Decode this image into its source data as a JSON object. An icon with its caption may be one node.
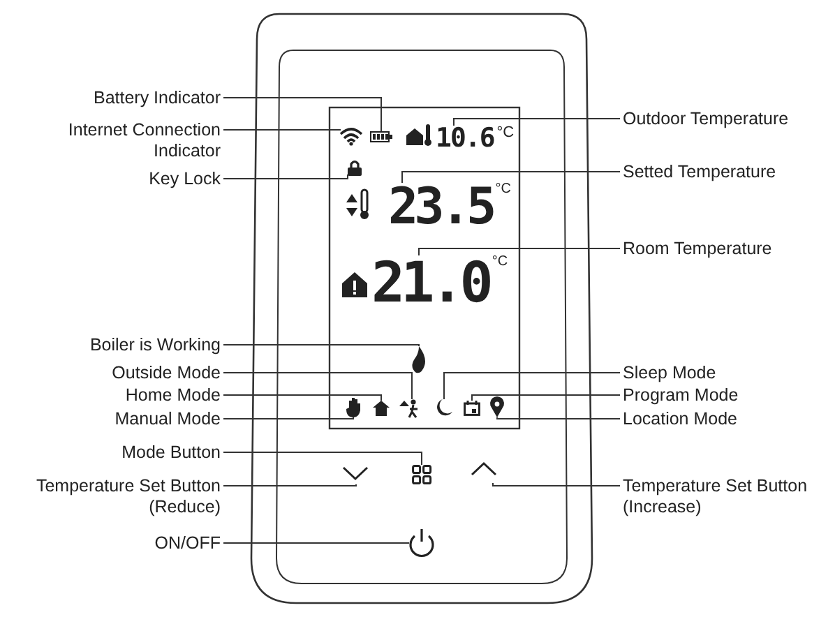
{
  "diagram": {
    "nodes": [
      {
        "text": [
          "Battery Indicator"
        ]
      },
      {
        "text": [
          "Internet Connection Indicator"
        ]
      },
      {
        "text": [
          "Key Lock"
        ]
      },
      {
        "text": [
          "Boiler is Working"
        ]
      },
      {
        "text": [
          "Outside Mode"
        ]
      },
      {
        "text": [
          "Home Mode"
        ]
      },
      {
        "text": [
          "Manual Mode"
        ]
      },
      {
        "text": [
          "Mode Button"
        ]
      },
      {
        "text": [
          "Temperature Set Button (Reduce)"
        ]
      },
      {
        "text": [
          "ON/OFF"
        ]
      },
      {
        "text": [
          "Outdoor Temperature"
        ]
      },
      {
        "text": [
          "Setted Temperature"
        ]
      },
      {
        "text": [
          "Room Temperature"
        ]
      },
      {
        "text": [
          "Sleep Mode"
        ]
      },
      {
        "text": [
          "Program Mode"
        ]
      },
      {
        "text": [
          "Location Mode"
        ]
      },
      {
        "text": [
          "Temperature Set Button (Increase)"
        ]
      },
      {
        "text": [],
        "shape": "battery"
      },
      {
        "text": [],
        "shape": "wifi"
      },
      {
        "text": [],
        "shape": "lock"
      },
      {
        "text": [],
        "shape": "flame"
      },
      {
        "text": [],
        "shape": "person"
      },
      {
        "text": [],
        "shape": "house"
      },
      {
        "text": [],
        "shape": "hand"
      },
      {
        "text": [],
        "shape": "grid"
      },
      {
        "text": [],
        "shape": "chevron"
      },
      {
        "text": [],
        "shape": "power"
      },
      {
        "text": [
          "10.6",
          "°C"
        ]
      },
      {
        "text": [
          "23.5",
          "°C"
        ]
      },
      {
        "text": [
          "21.0",
          "°C"
        ]
      },
      {
        "text": [],
        "shape": "moon"
      },
      {
        "text": [],
        "shape": "calendar"
      },
      {
        "text": [],
        "shape": "pin"
      },
      {
        "text": [],
        "shape": "chevron"
      }
    ],
    "edges": [
      {
        "from": 0,
        "to": 17,
        "arrow": "none"
      },
      {
        "from": 1,
        "to": 18,
        "arrow": "none"
      },
      {
        "from": 2,
        "to": 19,
        "arrow": "none"
      },
      {
        "from": 3,
        "to": 20,
        "arrow": "none"
      },
      {
        "from": 4,
        "to": 21,
        "arrow": "none"
      },
      {
        "from": 5,
        "to": 22,
        "arrow": "none"
      },
      {
        "from": 6,
        "to": 23,
        "arrow": "none"
      },
      {
        "from": 7,
        "to": 24,
        "arrow": "none"
      },
      {
        "from": 8,
        "to": 25,
        "arrow": "none"
      },
      {
        "from": 9,
        "to": 26,
        "arrow": "none"
      },
      {
        "from": 10,
        "to": 27,
        "arrow": "none"
      },
      {
        "from": 11,
        "to": 28,
        "arrow": "none"
      },
      {
        "from": 12,
        "to": 29,
        "arrow": "none"
      },
      {
        "from": 13,
        "to": 30,
        "arrow": "none"
      },
      {
        "from": 14,
        "to": 31,
        "arrow": "none"
      },
      {
        "from": 15,
        "to": 32,
        "arrow": "none"
      },
      {
        "from": 16,
        "to": 33,
        "arrow": "none"
      }
    ]
  }
}
